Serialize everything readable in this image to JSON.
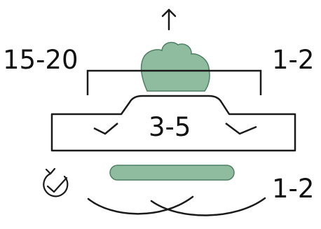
{
  "labels": {
    "top_left": "15-20",
    "top_right": "1-2",
    "center": "3-5",
    "bottom_right": "1-2"
  },
  "icons": {
    "top": "arrow-up-icon",
    "bottom_left": "refresh-check-icon"
  },
  "colors": {
    "stroke": "#1a1a1a",
    "accent_fill": "#8fbc9f",
    "accent_stroke": "#4f7f63",
    "background": "#ffffff"
  }
}
